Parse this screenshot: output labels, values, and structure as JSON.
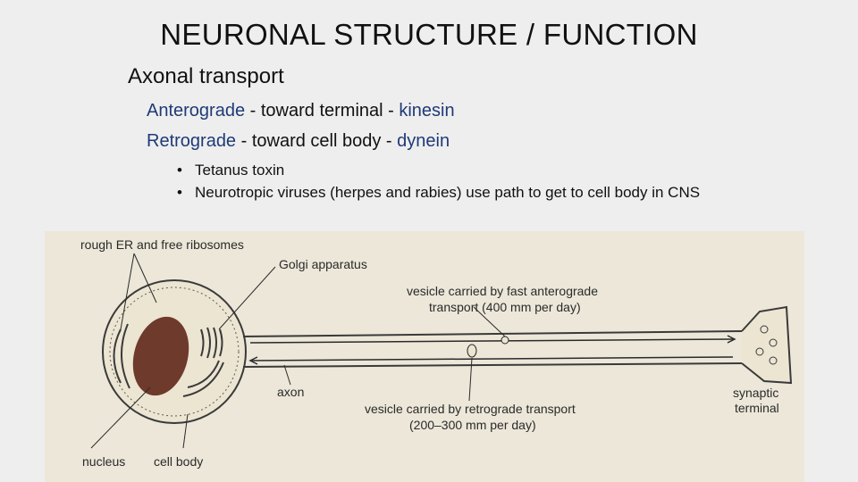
{
  "slide": {
    "title": "NEURONAL STRUCTURE / FUNCTION",
    "heading": "Axonal transport",
    "anterograde": {
      "term": "Anterograde",
      "middle": " - toward terminal - ",
      "protein": "kinesin"
    },
    "retrograde": {
      "term": "Retrograde",
      "middle": " - toward cell body - ",
      "protein": "dynein"
    },
    "bullets": [
      "Tetanus toxin",
      "Neurotropic viruses (herpes and rabies) use path to get to cell body in CNS"
    ]
  },
  "figure": {
    "labels": {
      "rough_er": "rough ER and free ribosomes",
      "golgi": "Golgi apparatus",
      "fast_vesicle_1": "vesicle carried by fast anterograde",
      "fast_vesicle_2": "transport (400 mm per day)",
      "axon": "axon",
      "retro_vesicle_1": "vesicle carried by retrograde transport",
      "retro_vesicle_2": "(200–300 mm per day)",
      "synaptic_1": "synaptic",
      "synaptic_2": "terminal",
      "nucleus": "nucleus",
      "cell_body": "cell body"
    }
  },
  "colors": {
    "accent_blue": "#1f3a78",
    "nucleus": "#6e3a2c",
    "figure_bg": "#ece7d9"
  }
}
